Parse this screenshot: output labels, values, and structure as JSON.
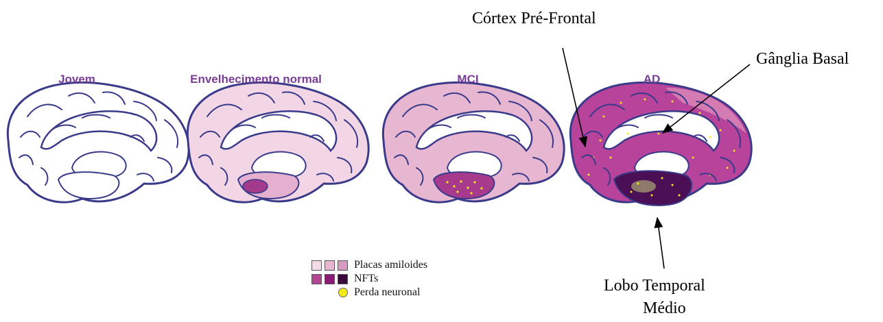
{
  "stages": [
    {
      "title": "Jovem"
    },
    {
      "title": "Envelhecimento normal"
    },
    {
      "title": "MCI"
    },
    {
      "title": "AD"
    }
  ],
  "annotations": {
    "prefrontal": "Córtex Pré-Frontal",
    "basal": "Gânglia Basal",
    "temporal_line1": "Lobo Temporal",
    "temporal_line2": "Médio"
  },
  "legend": {
    "amyloid_label": "Placas amiloides",
    "nft_label": "NFTs",
    "neuron_label": "Perda neuronal",
    "amyloid_colors": [
      "#f3dbe8",
      "#e7b7d2",
      "#d79ac0"
    ],
    "nft_colors": [
      "#b34595",
      "#8a1d73",
      "#3b0a3d"
    ],
    "neuron_color": "#f4ec1a"
  },
  "colors": {
    "title": "#7b3c98",
    "outline": "#3a3a8a"
  }
}
